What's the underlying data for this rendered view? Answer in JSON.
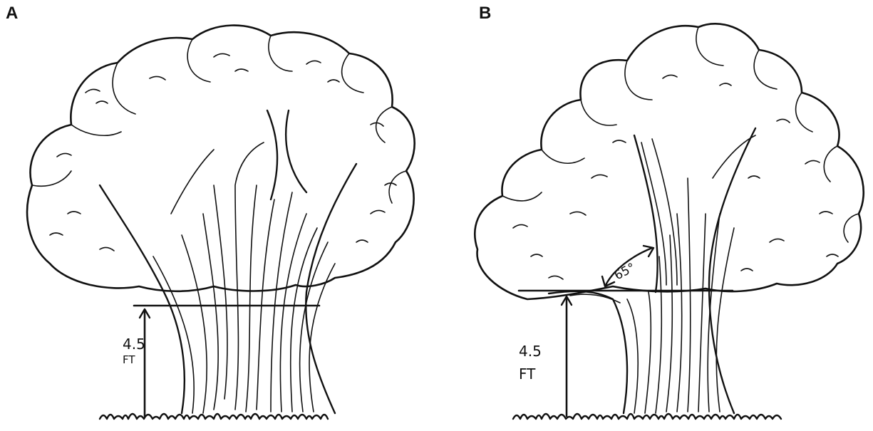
{
  "panels": [
    {
      "label": "A",
      "measurement": {
        "height_value": "4.5",
        "height_unit": "FT"
      }
    },
    {
      "label": "B",
      "measurement": {
        "height_value": "4.5",
        "height_unit": "FT",
        "angle_label": "65°"
      }
    }
  ]
}
